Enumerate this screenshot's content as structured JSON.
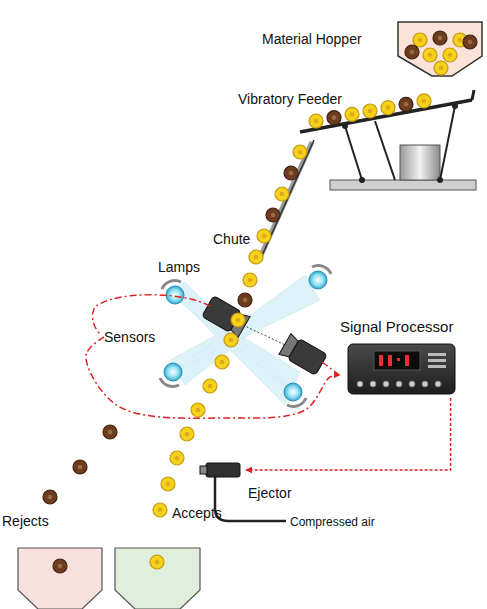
{
  "diagram": {
    "nodes": [
      {
        "text": [
          "Material Hopper"
        ]
      },
      {
        "text": [
          "Vibratory Feeder"
        ]
      },
      {
        "text": [
          "Chute"
        ]
      },
      {
        "text": [
          "Sensors"
        ]
      },
      {
        "text": [
          "Signal Processor"
        ]
      },
      {
        "text": [
          "Ejector"
        ]
      },
      {
        "text": [
          "Rejects"
        ]
      },
      {
        "text": [
          "Accepts"
        ]
      }
    ],
    "edges": [
      {
        "from": 3,
        "to": 4,
        "arrow": "to"
      },
      {
        "from": 4,
        "to": 5,
        "arrow": "to"
      }
    ],
    "labels": [
      "Lamps",
      "Compressed air"
    ]
  }
}
